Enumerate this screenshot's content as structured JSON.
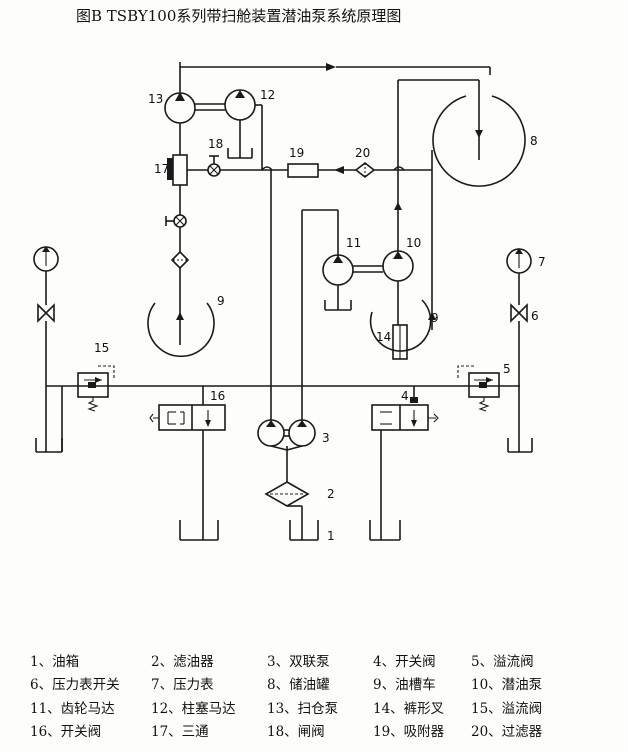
{
  "title": "图B   TSBY100系列带扫舱装置潜油泵系统原理图",
  "labels": {
    "n1": "1",
    "n2": "2",
    "n3": "3",
    "n4": "4",
    "n5": "5",
    "n6": "6",
    "n7": "7",
    "n8": "8",
    "n9a": "9",
    "n9b": "9",
    "n10": "10",
    "n11": "11",
    "n12": "12",
    "n13": "13",
    "n14": "14",
    "n15": "15",
    "n16": "16",
    "n17": "17",
    "n18": "18",
    "n19": "19",
    "n20": "20"
  },
  "legend": [
    [
      "1、油箱",
      "2、滤油器",
      "3、双联泵",
      "4、开关阀",
      "5、溢流阀"
    ],
    [
      "6、压力表开关",
      "7、压力表",
      "8、储油罐",
      "9、油槽车",
      "10、潜油泵"
    ],
    [
      "11、齿轮马达",
      "12、柱塞马达",
      "13、扫仓泵",
      "14、裤形叉",
      "15、溢流阀"
    ],
    [
      "16、开关阀",
      "17、三通",
      "18、闸阀",
      "19、吸附器",
      "20、过滤器"
    ]
  ]
}
